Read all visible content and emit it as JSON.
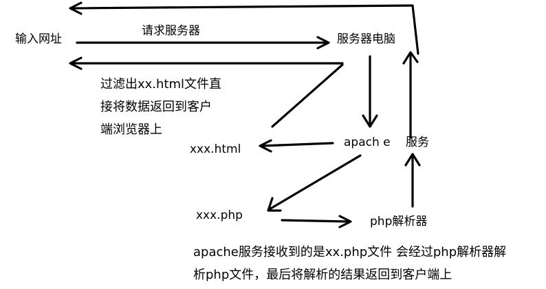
{
  "nodes": {
    "input_url": "输入网址",
    "server_pc": "服务器电脑",
    "apache": "apach e",
    "service": "服务",
    "xxx_html": "xxx.html",
    "xxx_php": "xxx.php",
    "php_parser": "php解析器"
  },
  "edges": {
    "request_label": "请求服务器"
  },
  "notes": {
    "html_lines": [
      "过滤出xx.html文件直",
      "接将数据返回到客户",
      "端浏览器上"
    ],
    "php_lines": [
      "apache服务接收到的是xx.php文件  会经过php解析器解",
      "析php文件，最后将解析的结果返回到客户端上"
    ]
  }
}
